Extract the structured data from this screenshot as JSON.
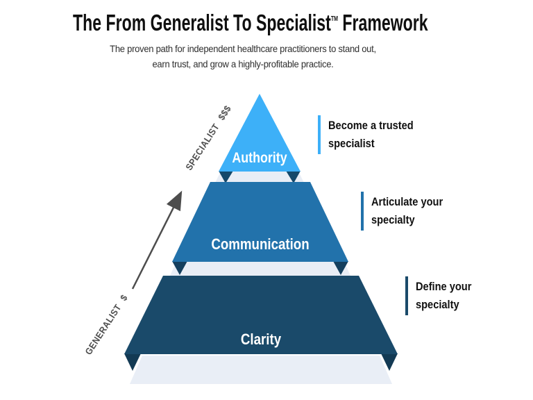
{
  "title": {
    "before": "The From Generalist To Specialist",
    "tm": "TM",
    "after": " Framework"
  },
  "subtitle": {
    "line1": "The proven path for independent healthcare practitioners to stand out,",
    "line2": "earn trust, and grow a highly-profitable practice."
  },
  "pyramid": {
    "type": "pyramid-diagram",
    "levels": [
      {
        "label": "Authority",
        "color": "#3db0f8",
        "fold_color": "#14496b",
        "annotation": {
          "line1": "Become a trusted",
          "line2": "specialist"
        }
      },
      {
        "label": "Communication",
        "color": "#2272ab",
        "fold_color": "#143f5e",
        "annotation": {
          "line1": "Articulate your",
          "line2": "specialty"
        }
      },
      {
        "label": "Clarity",
        "color": "#1a4a6a",
        "fold_color": "#133a54",
        "annotation": {
          "line1": "Define your",
          "line2": "specialty"
        }
      }
    ],
    "platform_color": "#e9eef6"
  },
  "path_labels": {
    "start": "GENERALIST $",
    "end": "SPECIALIST $$$"
  },
  "arrow_color": "#4d4d4d",
  "text_colors": {
    "title": "#0f0f0f",
    "subtitle": "#2e2e2e",
    "annotation": "#101010",
    "path_label": "#4f4f4f"
  }
}
